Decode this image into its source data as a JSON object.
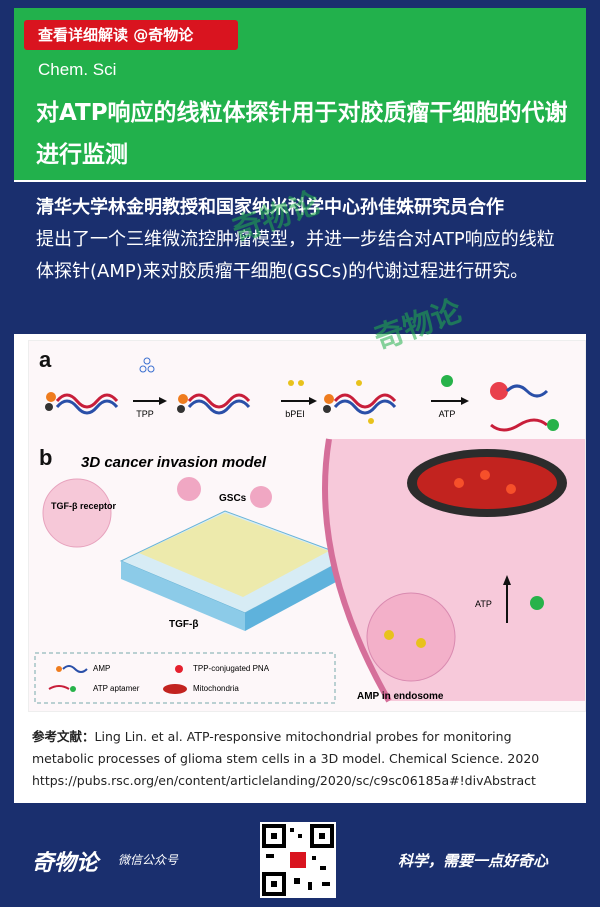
{
  "header": {
    "tag": "查看详细解读 @奇物论",
    "journal": "Chem. Sci",
    "title": "对ATP响应的线粒体探针用于对胶质瘤干细胞的代谢进行监测"
  },
  "summary": {
    "lead": "清华大学林金明教授和国家纳米科学中心孙佳姝研究员合作",
    "body": "提出了一个三维微流控肿瘤模型，并进一步结合对ATP响应的线粒体探针(AMP)来对胶质瘤干细胞(GSCs)的代谢过程进行研究。"
  },
  "watermark": {
    "text": "奇物论"
  },
  "figure": {
    "panel_a": "a",
    "panel_b": "b",
    "label_tpp": "TPP",
    "label_bpei": "bPEI",
    "label_atp": "ATP",
    "model_title": "3D cancer invasion model",
    "label_gscs": "GSCs",
    "label_tgf_receptor": "TGF-β receptor",
    "label_tgf": "TGF-β",
    "label_atp_arrow": "ATP",
    "label_endosome": "AMP in endosome",
    "legend": {
      "amp": "AMP",
      "tpp_pna": "TPP-conjugated PNA",
      "aptamer": "ATP aptamer",
      "mito": "Mitochondria"
    }
  },
  "reference": {
    "label": "参考文献：",
    "text": "Ling Lin. et al. ATP-responsive mitochondrial probes for monitoring metabolic processes of glioma stem cells in a 3D model. Chemical Science. 2020",
    "url": "https://pubs.rsc.org/en/content/articlelanding/2020/sc/c9sc06185a#!divAbstract"
  },
  "footer": {
    "brand": "奇物论",
    "brand_sub": "微信公众号",
    "slogan": "科学，需要一点好奇心",
    "qr_icon": "qr-code-icon"
  },
  "colors": {
    "green": "#22b14c",
    "navy": "#1a2f6e",
    "red": "#d9141f"
  }
}
